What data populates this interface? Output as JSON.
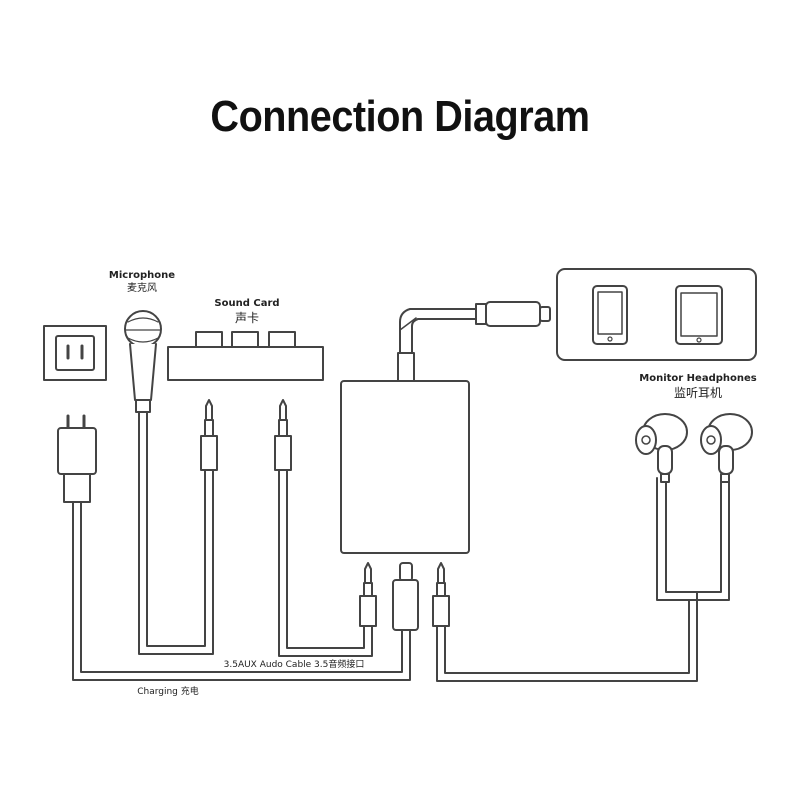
{
  "title": "Connection Diagram",
  "labels": {
    "microphone": "Microphone",
    "microphone_cn": "麦克风",
    "sound_card": "Sound Card",
    "sound_card_cn": "声卡",
    "monitor_headphones": "Monitor Headphones",
    "monitor_headphones_cn": "监听耳机",
    "aux_cable": "3.5AUX Audo Cable 3.5音频接口",
    "charging": "Charging 充电"
  },
  "icons": [
    "wall-outlet-icon",
    "power-plug-icon",
    "microphone-icon",
    "sound-card-icon",
    "audio-jack-icon",
    "usb-c-plug-icon",
    "phone-icon",
    "tablet-icon",
    "earbud-icon",
    "adapter-box-icon"
  ],
  "colors": {
    "line": "#444444",
    "fill": "#ffffff",
    "text": "#111111"
  }
}
